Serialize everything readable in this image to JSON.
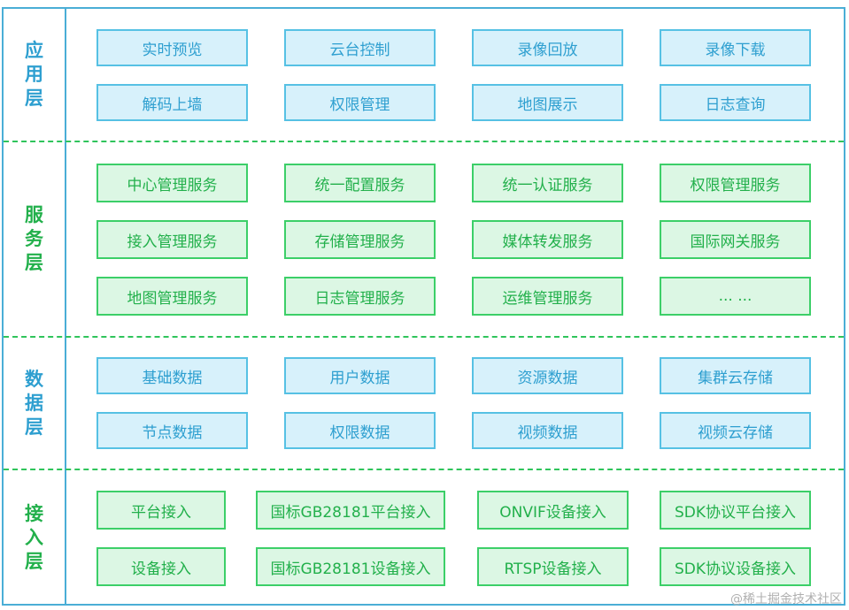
{
  "layers": {
    "application": {
      "label": "应用层",
      "color": "#2e9fd0",
      "items": [
        "实时预览",
        "云台控制",
        "录像回放",
        "录像下载",
        "解码上墙",
        "权限管理",
        "地图展示",
        "日志查询"
      ]
    },
    "service": {
      "label": "服务层",
      "color": "#22b04b",
      "items": [
        "中心管理服务",
        "统一配置服务",
        "统一认证服务",
        "权限管理服务",
        "接入管理服务",
        "存储管理服务",
        "媒体转发服务",
        "国际网关服务",
        "地图管理服务",
        "日志管理服务",
        "运维管理服务",
        "... ..."
      ]
    },
    "data": {
      "label": "数据层",
      "color": "#2e9fd0",
      "items": [
        "基础数据",
        "用户数据",
        "资源数据",
        "集群云存储",
        "节点数据",
        "权限数据",
        "视频数据",
        "视频云存储"
      ]
    },
    "access": {
      "label": "接入层",
      "color": "#22b04b",
      "items": [
        "平台接入",
        "国标GB28181平台接入",
        "ONVIF设备接入",
        "SDK协议平台接入",
        "设备接入",
        "国标GB28181设备接入",
        "RTSP设备接入",
        "SDK协议设备接入"
      ]
    }
  },
  "watermark": "@稀土掘金技术社区"
}
